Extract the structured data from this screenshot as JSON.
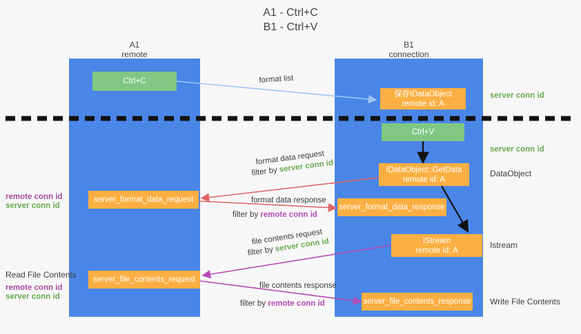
{
  "title": "A1 - Ctrl+C\nB1 - Ctrl+V",
  "lanes": [
    {
      "name": "A1",
      "sub": "remote",
      "head": "A1\nremote"
    },
    {
      "name": "B1",
      "sub": "connection",
      "head": "B1\nconnection"
    }
  ],
  "boxes": {
    "ctrl_c": {
      "label": "Ctrl+C",
      "color": "#81c784"
    },
    "ctrl_v": {
      "label": "Ctrl+V",
      "color": "#81c784"
    },
    "save_dataobject": {
      "line1": "保存IDataObject",
      "line2": "remote id: A",
      "color": "#fbaf42"
    },
    "getdata": {
      "line1": "IDataObject::GetData",
      "line2": "remote id: A",
      "color": "#fbaf42"
    },
    "istream": {
      "line1": "IStream",
      "line2": "remote id: A",
      "color": "#fbaf42"
    },
    "format_data_request": {
      "label": "server_format_data_request",
      "color": "#fbaf42"
    },
    "format_data_response": {
      "label": "server_format_data_response",
      "color": "#fbaf42"
    },
    "file_contents_request": {
      "label": "server_file_contents_request",
      "color": "#fbaf42"
    },
    "file_contents_response": {
      "label": "server_file_contents_response",
      "color": "#fbaf42"
    }
  },
  "flows": {
    "format_list": {
      "label": "format list",
      "color": "#9fc5f8"
    },
    "format_data_request": {
      "line1": "format data request",
      "filter_prefix": "filter by ",
      "filter_value": "server conn id",
      "color": "#e06666"
    },
    "format_data_response": {
      "line1": "format data response",
      "filter_prefix": "filter by ",
      "filter_value": "remote conn id",
      "color": "#e06666"
    },
    "file_contents_request": {
      "line1": "file contents request",
      "filter_prefix": "filter by ",
      "filter_value": "server conn id",
      "color": "#b44bb4"
    },
    "file_contents_response": {
      "line1": "file contents response",
      "filter_prefix": "filter by ",
      "filter_value": "remote conn id",
      "color": "#b44bb4"
    }
  },
  "side_labels": {
    "server_conn_id_top": "server conn id",
    "server_conn_id_mid": "server conn id",
    "dataobject": "DataObject",
    "istream": "Istream",
    "write_file_contents": "Write File Contents",
    "read_file_contents": "Read File Contents",
    "remote_conn_id_1": "remote conn id",
    "server_conn_id_1": "server conn id",
    "remote_conn_id_2": "remote conn id",
    "server_conn_id_2": "server conn id"
  },
  "colors": {
    "lane": "#4a86e8",
    "orange": "#fbaf42",
    "green_box": "#81c784",
    "green_text": "#6aa84f",
    "purple_text": "#a64d9a",
    "magenta": "#b44bb4",
    "red_arrow": "#e06666",
    "blue_arrow": "#9fc5f8",
    "divider": "#111111",
    "background": "#f7f7f7"
  }
}
